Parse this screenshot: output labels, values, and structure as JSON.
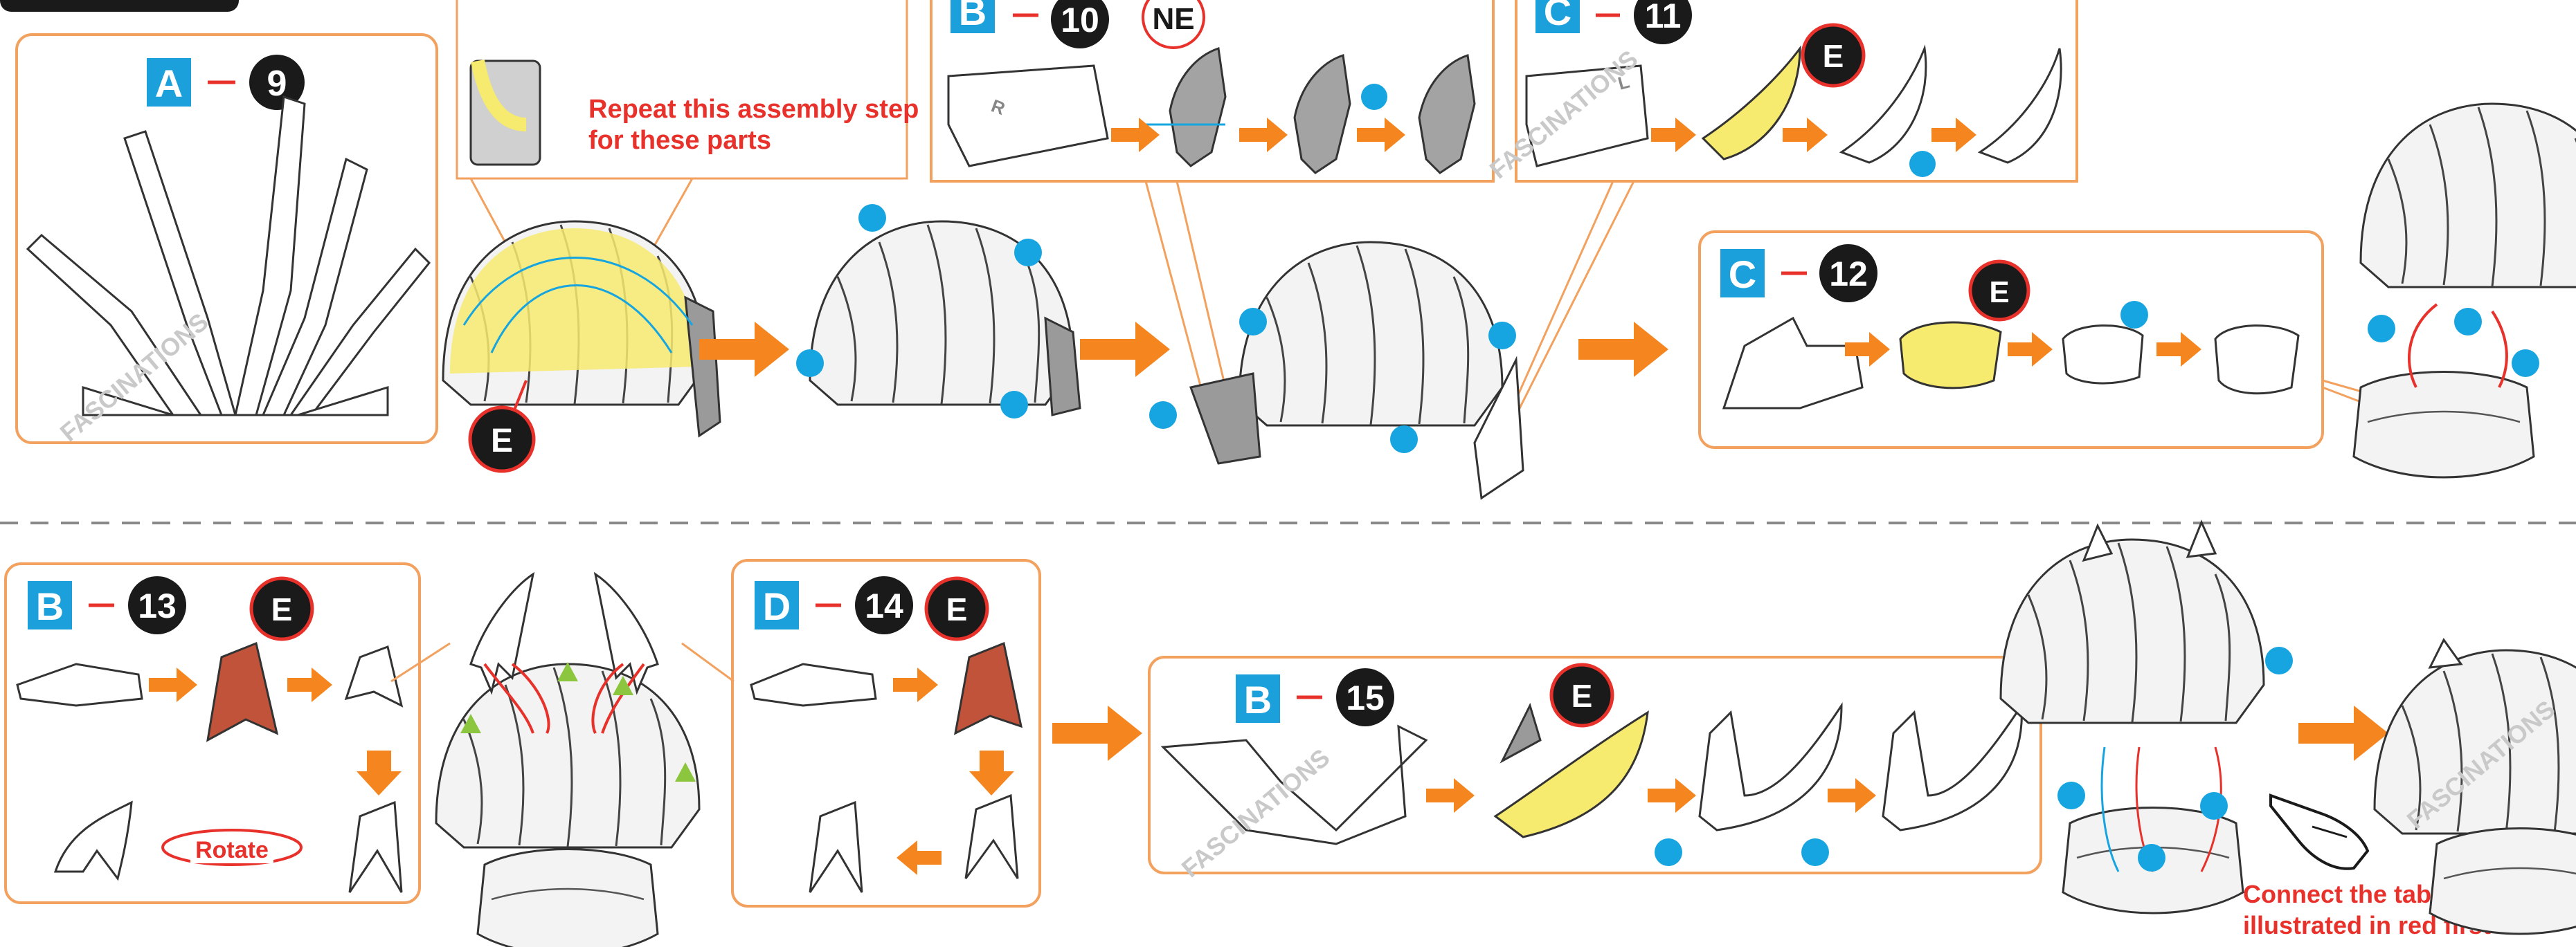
{
  "steps": {
    "s9": {
      "letter": "A",
      "num": "9"
    },
    "s10": {
      "letter": "B",
      "num": "10"
    },
    "s11": {
      "letter": "C",
      "num": "11"
    },
    "s12": {
      "letter": "C",
      "num": "12"
    },
    "s13": {
      "letter": "B",
      "num": "13"
    },
    "s14": {
      "letter": "D",
      "num": "14"
    },
    "s15": {
      "letter": "B",
      "num": "15"
    }
  },
  "glue_label": "E",
  "ne_label": "NE",
  "repeat_note": [
    "Repeat this assembly step",
    "for these parts"
  ],
  "rotate_label": "Rotate",
  "connect_note": [
    "Connect the tabs",
    "illustrated in red first"
  ],
  "watermark": "FASCINATIONS",
  "part_marks": {
    "r": "R",
    "l": "L"
  },
  "colors": {
    "frame": "#f2a15f",
    "arrow": "#f5861f",
    "step_blue": "#1ba0dc",
    "dot_blue": "#16a5e0",
    "red": "#e8312a",
    "glue_yellow": "#f6ea6f",
    "grey_part": "#9a9a9a",
    "green_triangle": "#8cc63f",
    "brown_part": "#c0533a"
  },
  "icons": [
    "pointing-hand-icon",
    "rotate-arrow-icon",
    "glue-e-icon",
    "blue-dot-marker",
    "green-triangle-marker"
  ]
}
